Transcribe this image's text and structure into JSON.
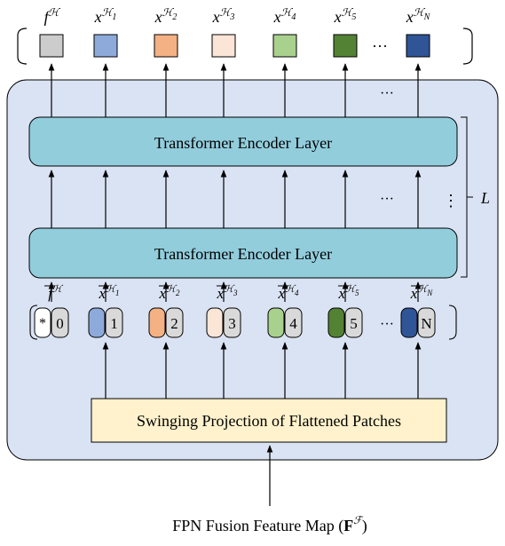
{
  "outputs": {
    "tokens": [
      {
        "base": "f",
        "sup": "ℋ",
        "sub": "",
        "color": "#cccccc"
      },
      {
        "base": "x",
        "sup": "ℋ",
        "sub": "1",
        "color": "#8eaadb"
      },
      {
        "base": "x",
        "sup": "ℋ",
        "sub": "2",
        "color": "#f4b183"
      },
      {
        "base": "x",
        "sup": "ℋ",
        "sub": "3",
        "color": "#fbe5d6"
      },
      {
        "base": "x",
        "sup": "ℋ",
        "sub": "4",
        "color": "#a9d18e"
      },
      {
        "base": "x",
        "sup": "ℋ",
        "sub": "5",
        "color": "#548235"
      },
      {
        "base": "x",
        "sup": "ℋ",
        "sub": "N",
        "color": "#2f5597"
      }
    ],
    "ellipsis": "···"
  },
  "encoder": {
    "layer_label_top": "Transformer Encoder Layer",
    "layer_label_bottom": "Transformer Encoder Layer",
    "repeat_symbol": "L",
    "vertical_ellipsis": "⋮",
    "ellipsis": "···"
  },
  "inputs": {
    "tokens": [
      {
        "base": "f",
        "sup": "ℋ",
        "sub": "",
        "pos": "0",
        "color": "#ffffff",
        "mark": "*"
      },
      {
        "base": "x",
        "sup": "ℋ",
        "sub": "1",
        "pos": "1",
        "color": "#8eaadb",
        "mark": ""
      },
      {
        "base": "x",
        "sup": "ℋ",
        "sub": "2",
        "pos": "2",
        "color": "#f4b183",
        "mark": ""
      },
      {
        "base": "x",
        "sup": "ℋ",
        "sub": "3",
        "pos": "3",
        "color": "#fbe5d6",
        "mark": ""
      },
      {
        "base": "x",
        "sup": "ℋ",
        "sub": "4",
        "pos": "4",
        "color": "#a9d18e",
        "mark": ""
      },
      {
        "base": "x",
        "sup": "ℋ",
        "sub": "5",
        "pos": "5",
        "color": "#548235",
        "mark": ""
      },
      {
        "base": "x",
        "sup": "ℋ",
        "sub": "N",
        "pos": "N",
        "color": "#2f5597",
        "mark": ""
      }
    ],
    "ellipsis": "···"
  },
  "projection": {
    "label": "Swinging Projection of Flattened Patches"
  },
  "source": {
    "label": "FPN Fusion Feature Map (",
    "symbol": "F",
    "symbol_sup": "ℱ",
    "close": ")"
  },
  "colors": {
    "panel_fill": "#dae3f3",
    "encoder_fill": "#92cddc",
    "projection_fill": "#fff2cc",
    "position_fill": "#d9d9d9"
  }
}
